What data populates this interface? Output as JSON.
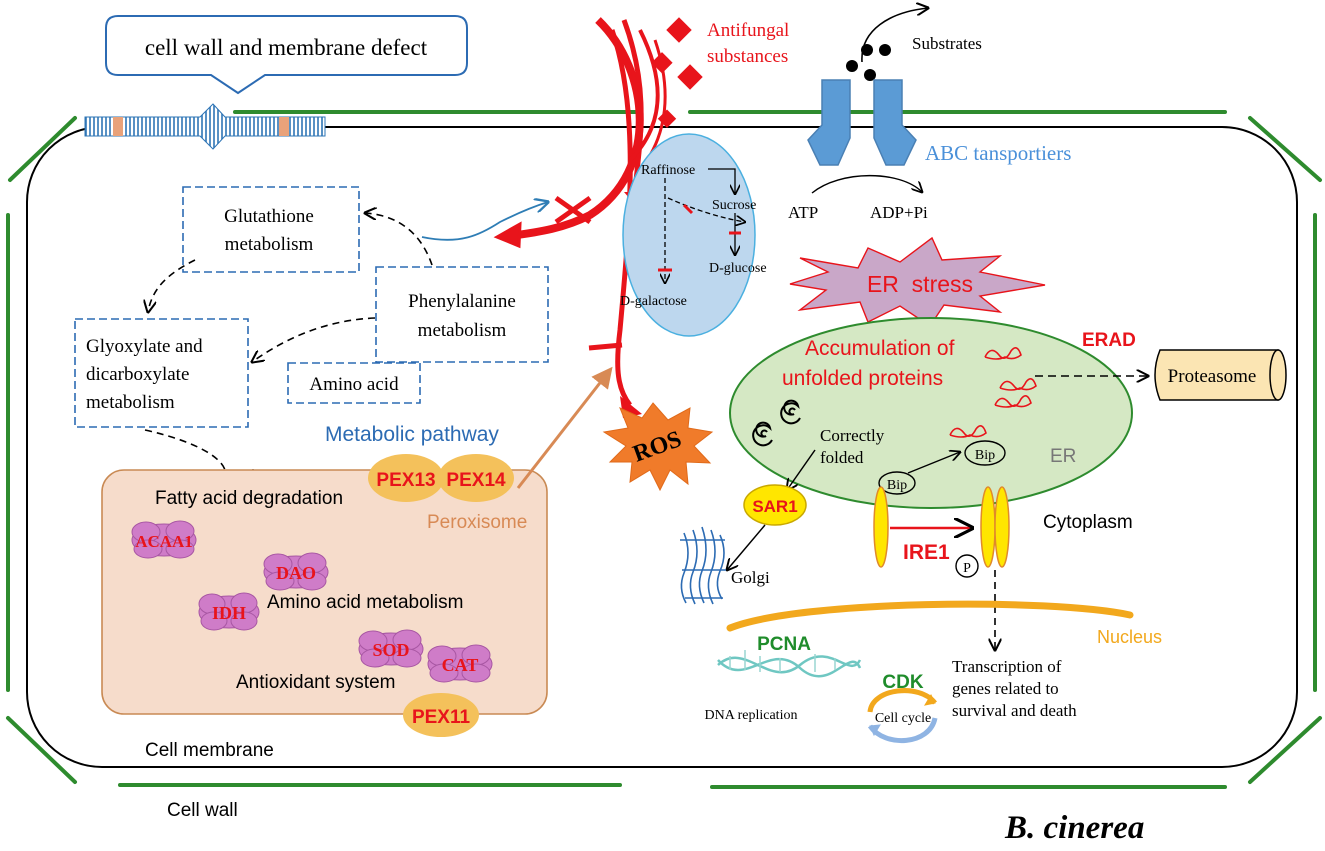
{
  "labels": {
    "cell_wall_defect": "cell wall and membrane defect",
    "antifungal": [
      "Antifungal",
      "substances"
    ],
    "substrates": "Substrates",
    "abc": "ABC tansportiers",
    "atp": "ATP",
    "adp": "ADP+Pi",
    "raffinose": "Raffinose",
    "sucrose": "Sucrose",
    "dglucose": "D-glucose",
    "dgalactose": "D-galactose",
    "glutathione": [
      "Glutathione",
      "metabolism"
    ],
    "phenylalanine": [
      "Phenylalanine",
      "metabolism"
    ],
    "glyoxylate": [
      "Glyoxylate and",
      "dicarboxylate",
      "metabolism"
    ],
    "amino_acid": "Amino acid",
    "metabolic_pathway": "Metabolic pathway",
    "fatty_acid": "Fatty acid degradation",
    "peroxisome": "Peroxisome",
    "amino_acid_metabolism": "Amino acid metabolism",
    "antioxidant": "Antioxidant system",
    "cell_membrane": "Cell membrane",
    "cell_wall": "Cell wall",
    "species": "B. cinerea",
    "ros": "ROS",
    "er_stress": "ER  stress",
    "accumulation": [
      "Accumulation of",
      "unfolded proteins"
    ],
    "erad": "ERAD",
    "proteasome": "Proteasome",
    "correctly_folded": [
      "Correctly",
      "folded"
    ],
    "bip": "Bip",
    "er": "ER",
    "cytoplasm": "Cytoplasm",
    "golgi": "Golgi",
    "phos": "P",
    "nucleus": "Nucleus",
    "dna_replication": "DNA replication",
    "cell_cycle": "Cell cycle",
    "transcription": [
      "Transcription of",
      "genes related to",
      "survival and death"
    ]
  },
  "proteins": {
    "pex13": "PEX13",
    "pex14": "PEX14",
    "pex11": "PEX11",
    "acaa1": "ACAA1",
    "dao": "DAO",
    "idh": "IDH",
    "sod": "SOD",
    "cat": "CAT",
    "sar1": "SAR1",
    "ire1": "IRE1",
    "pcna": "PCNA",
    "cdk": "CDK"
  },
  "colors": {
    "wall_green": "#2e8b2e",
    "red": "#e8141b",
    "blue_box": "#2c6bb3",
    "abc_blue": "#5b9bd5",
    "vacuole_fill": "#bdd7ee",
    "er_fill": "#d5e8c4",
    "peroxisome_fill": "#f6dccb",
    "peroxisome_border": "#c98a54",
    "pex_fill": "#f4c15b",
    "enzyme_fill": "#cf7cc8",
    "ros_fill": "#f07b2a",
    "er_stress_fill": "#c9a7c8",
    "nucleus_orange": "#f2a81d",
    "proteasome_fill": "#fbe5b3",
    "dna_teal": "#6fc7c2",
    "green_text": "#1f8c2b"
  }
}
